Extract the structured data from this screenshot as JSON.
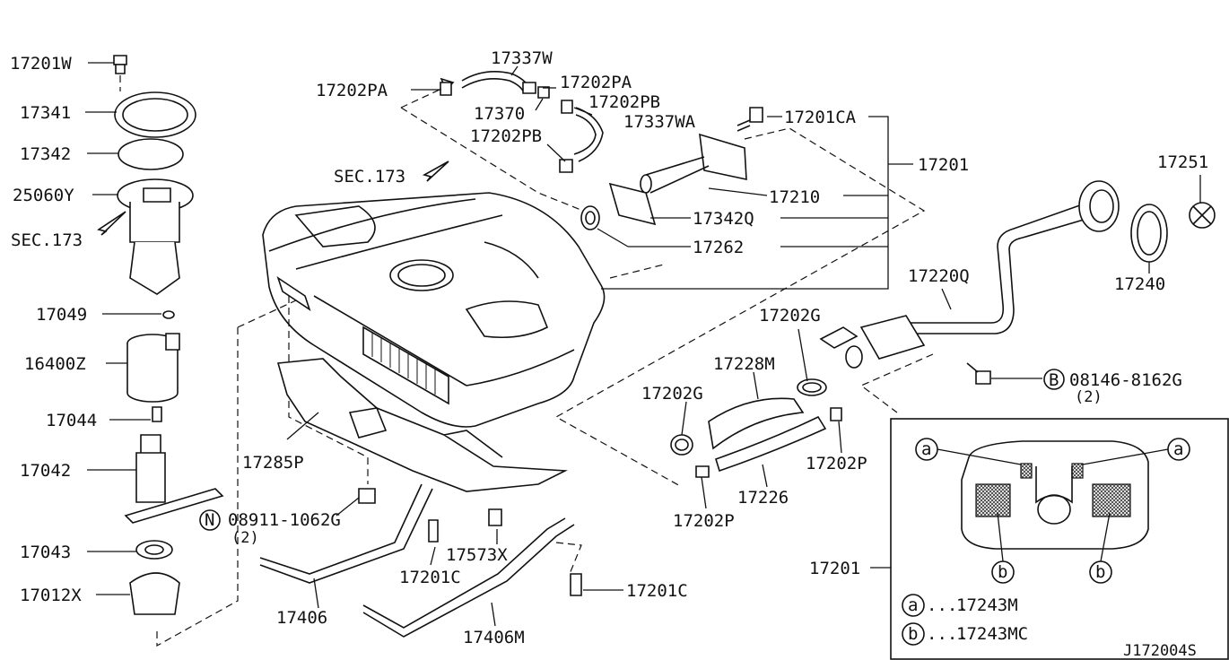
{
  "labels": {
    "l17201W": "17201W",
    "l17341": "17341",
    "l17342": "17342",
    "l25060Y": "25060Y",
    "lSEC173a": "SEC.173",
    "l17049": "17049",
    "l16400Z": "16400Z",
    "l17044": "17044",
    "l17042": "17042",
    "l17043": "17043",
    "l17012X": "17012X",
    "l17202PA1": "17202PA",
    "l17337W": "17337W",
    "l17202PA2": "17202PA",
    "l17370": "17370",
    "l17202PB1": "17202PB",
    "l17337WA": "17337WA",
    "l17202PB2": "17202PB",
    "l17201CA": "17201CA",
    "lSEC173b": "SEC.173",
    "l17201": "17201",
    "l17210": "17210",
    "l17342Q": "17342Q",
    "l17262": "17262",
    "l17251": "17251",
    "l17220Q": "17220Q",
    "l17240": "17240",
    "l17202G1": "17202G",
    "l17228M": "17228M",
    "l17202G2": "17202G",
    "l08146": "08146-8162G",
    "l08146qty": "(2)",
    "l17202P1": "17202P",
    "l17226": "17226",
    "l17202P2": "17202P",
    "l17285P": "17285P",
    "l08911": "08911-1062G",
    "l08911qty": "(2)",
    "l17201C1": "17201C",
    "l17573X": "17573X",
    "l17201C2": "17201C",
    "l17406": "17406",
    "l17406M": "17406M",
    "l17201inset": "17201",
    "legendA": "17243M",
    "legendB": "17243MC",
    "legendA_prefix": "....",
    "legendB_prefix": "....",
    "code": "J172004S"
  },
  "markers": {
    "N": "N",
    "B": "B",
    "a": "a",
    "b": "b"
  }
}
